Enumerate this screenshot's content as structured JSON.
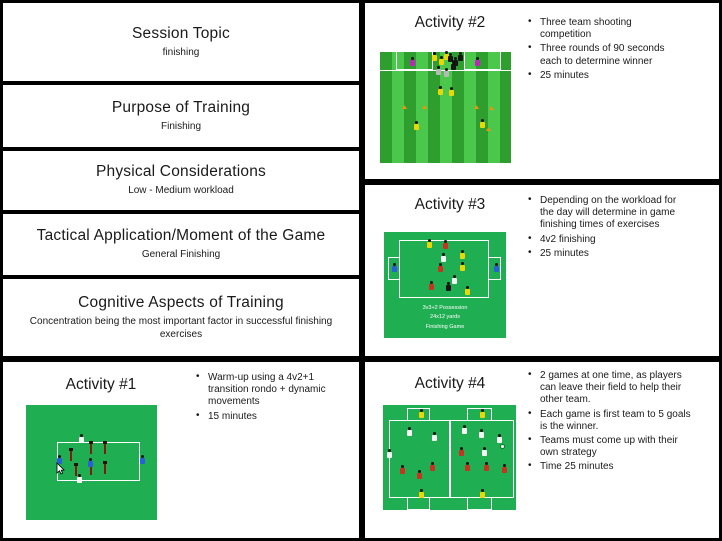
{
  "info_panels": [
    {
      "title": "Session Topic",
      "subtitle": "finishing"
    },
    {
      "title": "Purpose of Training",
      "subtitle": "Finishing"
    },
    {
      "title": "Physical Considerations",
      "subtitle": "Low - Medium workload"
    },
    {
      "title": "Tactical Application/Moment of the Game",
      "subtitle": "General Finishing"
    },
    {
      "title": "Cognitive Aspects of Training",
      "subtitle": "Concentration being the most important factor in successful finishing exercises"
    }
  ],
  "activities": [
    {
      "title": "Activity #1",
      "bullets": [
        "Warm-up using a 4v2+1 transition rondo + dynamic movements",
        "15 minutes"
      ]
    },
    {
      "title": "Activity #2",
      "bullets": [
        "Three team shooting competition",
        "Three rounds of 90 seconds each to determine winner",
        "25 minutes"
      ]
    },
    {
      "title": "Activity #3",
      "bullets": [
        "Depending on the workload for the day will determine in game finishing times of exercises",
        "4v2 finishing",
        "25 minutes"
      ],
      "diagram_labels": [
        "3v3+2 Possession",
        "24x12 yards",
        "Finishing Game"
      ]
    },
    {
      "title": "Activity #4",
      "bullets": [
        "2 games at one time, as players can leave their field to help their other team.",
        "Each game is first team to 5 goals is the winner.",
        "Teams must come up with their own strategy",
        "Time 25 minutes"
      ]
    }
  ],
  "colors": {
    "field_green": "#1fae52",
    "stripe_dark": "#2e9e2e",
    "stripe_light": "#4bc84b",
    "line_white": "#ffffff",
    "team_red": "#c63321",
    "team_blue": "#2b5fd9",
    "team_yellow": "#e8d80a",
    "team_white": "#f5f5f5",
    "team_purple": "#bb29bb",
    "team_gray": "#b8b8b8",
    "cone_orange": "#e6950f",
    "pole_red": "#7e1d0e",
    "border_black": "#000000"
  }
}
